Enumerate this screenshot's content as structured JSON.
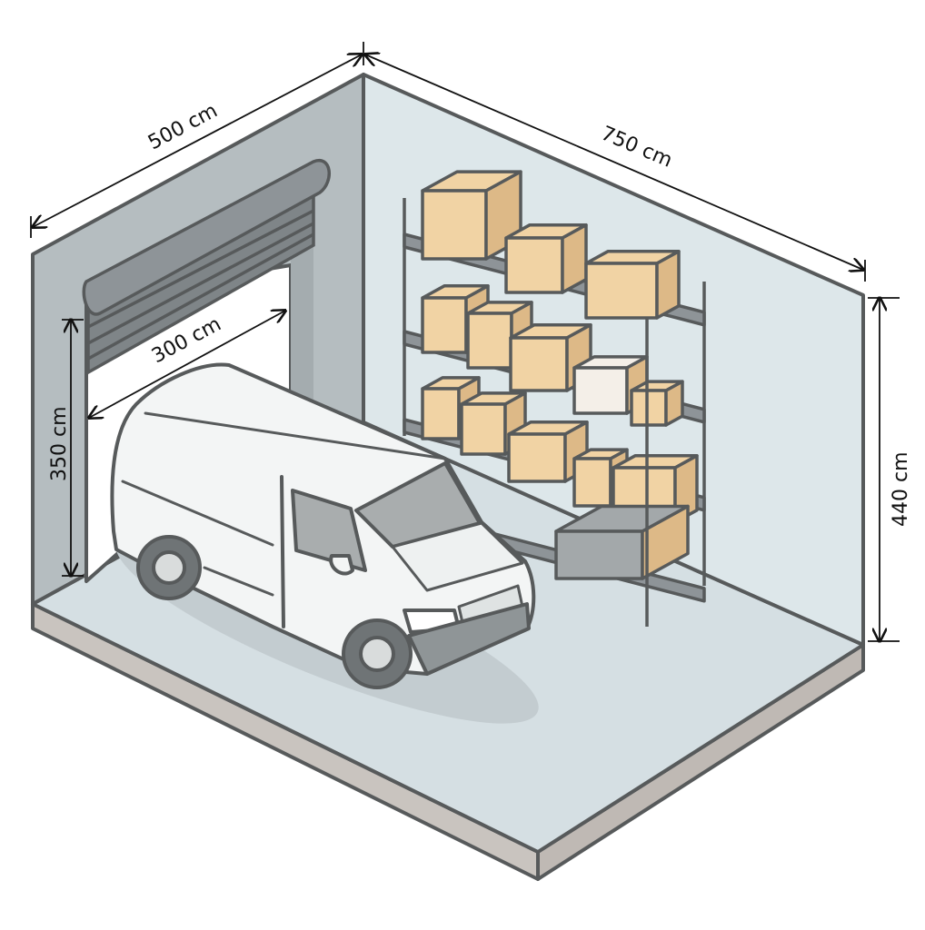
{
  "title": "Storage unit with van and shelving",
  "dimensions": {
    "width": "500 cm",
    "depth": "750 cm",
    "height": "440 cm",
    "door_height": "350 cm",
    "door_width": "300 cm"
  },
  "colors": {
    "outline": "#575a5b",
    "left_wall": "#b5bdc0",
    "right_wall": "#dde7ea",
    "floor": "#d5dfe3",
    "slab_side": "#c9c4bf",
    "box": "#f1d3a4",
    "box_dark": "#ddb987",
    "van": "#f3f5f5",
    "glass": "#a9adae"
  }
}
